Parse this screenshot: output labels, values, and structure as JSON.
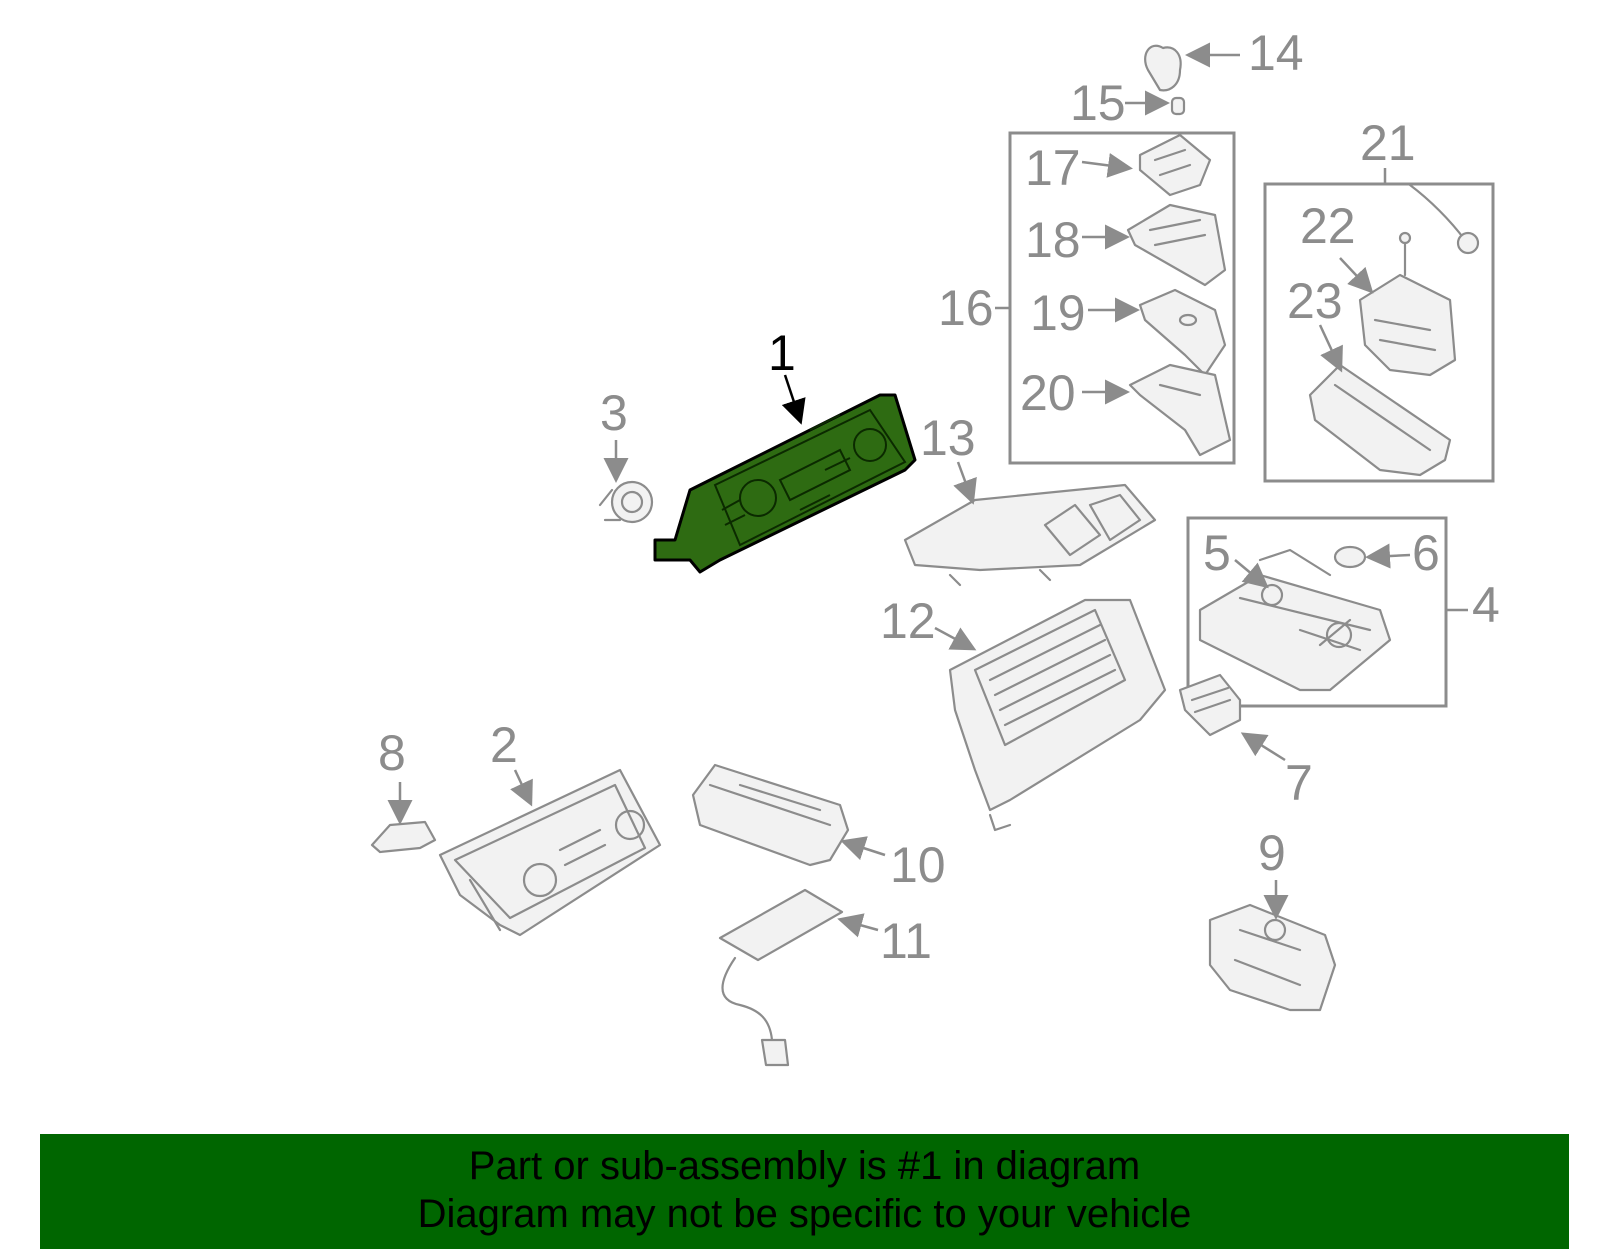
{
  "callouts": {
    "c1": "1",
    "c2": "2",
    "c3": "3",
    "c4": "4",
    "c5": "5",
    "c6": "6",
    "c7": "7",
    "c8": "8",
    "c9": "9",
    "c10": "10",
    "c11": "11",
    "c12": "12",
    "c13": "13",
    "c14": "14",
    "c15": "15",
    "c16": "16",
    "c17": "17",
    "c18": "18",
    "c19": "19",
    "c20": "20",
    "c21": "21",
    "c22": "22",
    "c23": "23"
  },
  "highlighted_part": "1",
  "colors": {
    "highlight_fill": "#2e6b12",
    "banner": "#006600",
    "line_gray": "#8c8c8c"
  },
  "banner": {
    "line1": "Part or sub-assembly is #1 in diagram",
    "line2": "Diagram may not be specific to your vehicle"
  }
}
